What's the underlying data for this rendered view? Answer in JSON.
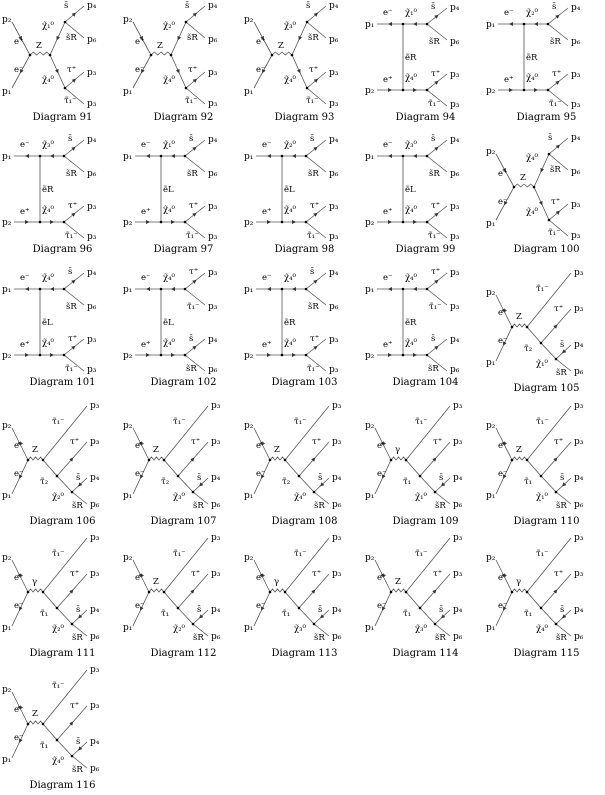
{
  "diagrams": [
    {
      "caption": "Diagram 91",
      "type": "A",
      "in_top": "p₂",
      "in_bot": "p₁",
      "e_top": "e⁺",
      "e_bot": "e⁻",
      "boson": "Z",
      "top_mid": "χ̃₁⁰",
      "bot_mid": "χ̃₄⁰",
      "ta": "s̄",
      "ta_p": "p₄",
      "tb": "s̃R",
      "tb_p": "p₆",
      "ba": "τ⁺",
      "ba_p": "p₃",
      "bb": "τ̃₁⁻",
      "bb_p": "p₃"
    },
    {
      "caption": "Diagram 92",
      "type": "A",
      "in_top": "p₂",
      "in_bot": "p₁",
      "e_top": "e⁺",
      "e_bot": "e⁻",
      "boson": "Z",
      "top_mid": "χ̃₂⁰",
      "bot_mid": "χ̃₄⁰",
      "ta": "s̄",
      "ta_p": "p₄",
      "tb": "s̃R",
      "tb_p": "p₆",
      "ba": "τ⁺",
      "ba_p": "p₃",
      "bb": "τ̃₁⁻",
      "bb_p": "p₃"
    },
    {
      "caption": "Diagram 93",
      "type": "A",
      "in_top": "p₂",
      "in_bot": "p₁",
      "e_top": "e⁺",
      "e_bot": "e⁻",
      "boson": "Z",
      "top_mid": "χ̃₃⁰",
      "bot_mid": "χ̃₄⁰",
      "ta": "s̄",
      "ta_p": "p₄",
      "tb": "s̃R",
      "tb_p": "p₆",
      "ba": "τ⁺",
      "ba_p": "p₃",
      "bb": "τ̃₁⁻",
      "bb_p": "p₃"
    },
    {
      "caption": "Diagram 94",
      "type": "B",
      "in_top": "p₁",
      "in_bot": "p₂",
      "e_top": "e⁻",
      "e_bot": "e⁺",
      "boson": "ẽR",
      "top_mid": "χ̃₁⁰",
      "bot_mid": "χ̃₄⁰",
      "ta": "s̄",
      "ta_p": "p₄",
      "tb": "s̃R",
      "tb_p": "p₆",
      "ba": "τ⁺",
      "ba_p": "p₃",
      "bb": "τ̃₁⁻",
      "bb_p": "p₃"
    },
    {
      "caption": "Diagram 95",
      "type": "B",
      "in_top": "p₁",
      "in_bot": "p₂",
      "e_top": "e⁻",
      "e_bot": "e⁺",
      "boson": "ẽR",
      "top_mid": "χ̃₂⁰",
      "bot_mid": "χ̃₄⁰",
      "ta": "s̄",
      "ta_p": "p₄",
      "tb": "s̃R",
      "tb_p": "p₆",
      "ba": "τ⁺",
      "ba_p": "p₃",
      "bb": "τ̃₁⁻",
      "bb_p": "p₃"
    },
    {
      "caption": "Diagram 96",
      "type": "B",
      "in_top": "p₁",
      "in_bot": "p₂",
      "e_top": "e⁻",
      "e_bot": "e⁺",
      "boson": "ẽR",
      "top_mid": "χ̃₃⁰",
      "bot_mid": "χ̃₄⁰",
      "ta": "s̄",
      "ta_p": "p₄",
      "tb": "s̃R",
      "tb_p": "p₆",
      "ba": "τ⁺",
      "ba_p": "p₃",
      "bb": "τ̃₁⁻",
      "bb_p": "p₃"
    },
    {
      "caption": "Diagram 97",
      "type": "B",
      "in_top": "p₁",
      "in_bot": "p₂",
      "e_top": "e⁻",
      "e_bot": "e⁺",
      "boson": "ẽL",
      "top_mid": "χ̃₁⁰",
      "bot_mid": "χ̃₄⁰",
      "ta": "s̄",
      "ta_p": "p₄",
      "tb": "s̃R",
      "tb_p": "p₆",
      "ba": "τ⁺",
      "ba_p": "p₃",
      "bb": "τ̃₁⁻",
      "bb_p": "p₃"
    },
    {
      "caption": "Diagram 98",
      "type": "B",
      "in_top": "p₁",
      "in_bot": "p₂",
      "e_top": "e⁻",
      "e_bot": "e⁺",
      "boson": "ẽL",
      "top_mid": "χ̃₂⁰",
      "bot_mid": "χ̃₄⁰",
      "ta": "s̄",
      "ta_p": "p₄",
      "tb": "s̃R",
      "tb_p": "p₆",
      "ba": "τ⁺",
      "ba_p": "p₃",
      "bb": "τ̃₁⁻",
      "bb_p": "p₃"
    },
    {
      "caption": "Diagram 99",
      "type": "B",
      "in_top": "p₁",
      "in_bot": "p₂",
      "e_top": "e⁻",
      "e_bot": "e⁺",
      "boson": "ẽL",
      "top_mid": "χ̃₃⁰",
      "bot_mid": "χ̃₄⁰",
      "ta": "s̄",
      "ta_p": "p₄",
      "tb": "s̃R",
      "tb_p": "p₆",
      "ba": "τ⁺",
      "ba_p": "p₃",
      "bb": "τ̃₁⁻",
      "bb_p": "p₃"
    },
    {
      "caption": "Diagram 100",
      "type": "A",
      "in_top": "p₂",
      "in_bot": "p₁",
      "e_top": "e⁺",
      "e_bot": "e⁻",
      "boson": "Z",
      "top_mid": "χ̃₄⁰",
      "bot_mid": "χ̃₄⁰",
      "ta": "s̄",
      "ta_p": "p₄",
      "tb": "s̃R",
      "tb_p": "p₆",
      "ba": "τ⁺",
      "ba_p": "p₃",
      "bb": "τ̃₁⁻",
      "bb_p": "p₃"
    },
    {
      "caption": "Diagram 101",
      "type": "B",
      "in_top": "p₁",
      "in_bot": "p₂",
      "e_top": "e⁻",
      "e_bot": "e⁺",
      "boson": "ẽL",
      "top_mid": "χ̃₄⁰",
      "bot_mid": "χ̃₄⁰",
      "ta": "s̄",
      "ta_p": "p₄",
      "tb": "s̃R",
      "tb_p": "p₆",
      "ba": "τ⁺",
      "ba_p": "p₃",
      "bb": "τ̃₁⁻",
      "bb_p": "p₃"
    },
    {
      "caption": "Diagram 102",
      "type": "B",
      "in_top": "p₁",
      "in_bot": "p₂",
      "e_top": "e⁻",
      "e_bot": "e⁺",
      "boson": "ẽL",
      "top_mid": "χ̃₄⁰",
      "bot_mid": "χ̃₄⁰",
      "ta": "τ⁺",
      "ta_p": "p₃",
      "tb": "τ̃₁⁻",
      "tb_p": "p₃",
      "ba": "s̄",
      "ba_p": "p₄",
      "bb": "s̃R",
      "bb_p": "p₆"
    },
    {
      "caption": "Diagram 103",
      "type": "B",
      "in_top": "p₁",
      "in_bot": "p₂",
      "e_top": "e⁻",
      "e_bot": "e⁺",
      "boson": "ẽR",
      "top_mid": "χ̃₄⁰",
      "bot_mid": "χ̃₄⁰",
      "ta": "s̄",
      "ta_p": "p₄",
      "tb": "s̃R",
      "tb_p": "p₆",
      "ba": "τ⁺",
      "ba_p": "p₃",
      "bb": "τ̃₁⁻",
      "bb_p": "p₃"
    },
    {
      "caption": "Diagram 104",
      "type": "B",
      "in_top": "p₁",
      "in_bot": "p₂",
      "e_top": "e⁻",
      "e_bot": "e⁺",
      "boson": "ẽR",
      "top_mid": "χ̃₄⁰",
      "bot_mid": "χ̃₄⁰",
      "ta": "τ⁺",
      "ta_p": "p₃",
      "tb": "τ̃₁⁻",
      "tb_p": "p₃",
      "ba": "s̄",
      "ba_p": "p₄",
      "bb": "s̃R",
      "bb_p": "p₆"
    },
    {
      "caption": "Diagram 105",
      "type": "C",
      "in_top": "p₂",
      "in_bot": "p₁",
      "e_top": "e⁺",
      "e_bot": "e⁻",
      "boson": "Z",
      "long": "τ̃₁⁻",
      "long_p": "p₃",
      "stau": "τ̃₂",
      "tau": "τ⁺",
      "tau_p": "p₃",
      "chi": "χ̃₁⁰",
      "sbar": "s̄",
      "sbar_p": "p₄",
      "sR": "s̃R",
      "sR_p": "p₆"
    },
    {
      "caption": "Diagram 106",
      "type": "C",
      "in_top": "p₂",
      "in_bot": "p₁",
      "e_top": "e⁺",
      "e_bot": "e⁻",
      "boson": "Z",
      "long": "τ̃₁⁻",
      "long_p": "p₃",
      "stau": "τ̃₂",
      "tau": "τ⁺",
      "tau_p": "p₃",
      "chi": "χ̃₂⁰",
      "sbar": "s̄",
      "sbar_p": "p₄",
      "sR": "s̃R",
      "sR_p": "p₆"
    },
    {
      "caption": "Diagram 107",
      "type": "C",
      "in_top": "p₂",
      "in_bot": "p₁",
      "e_top": "e⁺",
      "e_bot": "e⁻",
      "boson": "Z",
      "long": "τ̃₁⁻",
      "long_p": "p₃",
      "stau": "τ̃₂",
      "tau": "τ⁺",
      "tau_p": "p₃",
      "chi": "χ̃₃⁰",
      "sbar": "s̄",
      "sbar_p": "p₄",
      "sR": "s̃R",
      "sR_p": "p₆"
    },
    {
      "caption": "Diagram 108",
      "type": "C",
      "in_top": "p₂",
      "in_bot": "p₁",
      "e_top": "e⁺",
      "e_bot": "e⁻",
      "boson": "Z",
      "long": "τ̃₁⁻",
      "long_p": "p₃",
      "stau": "τ̃₂",
      "tau": "τ⁺",
      "tau_p": "p₃",
      "chi": "χ̃₄⁰",
      "sbar": "s̄",
      "sbar_p": "p₄",
      "sR": "s̃R",
      "sR_p": "p₆"
    },
    {
      "caption": "Diagram 109",
      "type": "C",
      "in_top": "p₂",
      "in_bot": "p₁",
      "e_top": "e⁺",
      "e_bot": "e⁻",
      "boson": "γ",
      "long": "τ̃₁⁻",
      "long_p": "p₃",
      "stau": "τ̃₁",
      "tau": "τ⁺",
      "tau_p": "p₃",
      "chi": "χ̃₁⁰",
      "sbar": "s̄",
      "sbar_p": "p₄",
      "sR": "s̃R",
      "sR_p": "p₆"
    },
    {
      "caption": "Diagram 110",
      "type": "C",
      "in_top": "p₂",
      "in_bot": "p₁",
      "e_top": "e⁺",
      "e_bot": "e⁻",
      "boson": "Z",
      "long": "τ̃₁⁻",
      "long_p": "p₃",
      "stau": "τ̃₁",
      "tau": "τ⁺",
      "tau_p": "p₃",
      "chi": "χ̃₁⁰",
      "sbar": "s̄",
      "sbar_p": "p₄",
      "sR": "s̃R",
      "sR_p": "p₆"
    },
    {
      "caption": "Diagram 111",
      "type": "C",
      "in_top": "p₂",
      "in_bot": "p₁",
      "e_top": "e⁺",
      "e_bot": "e⁻",
      "boson": "γ",
      "long": "τ̃₁⁻",
      "long_p": "p₃",
      "stau": "τ̃₁",
      "tau": "τ⁺",
      "tau_p": "p₃",
      "chi": "χ̃₂⁰",
      "sbar": "s̄",
      "sbar_p": "p₄",
      "sR": "s̃R",
      "sR_p": "p₆"
    },
    {
      "caption": "Diagram 112",
      "type": "C",
      "in_top": "p₂",
      "in_bot": "p₁",
      "e_top": "e⁺",
      "e_bot": "e⁻",
      "boson": "Z",
      "long": "τ̃₁⁻",
      "long_p": "p₃",
      "stau": "τ̃₁",
      "tau": "τ⁺",
      "tau_p": "p₃",
      "chi": "χ̃₂⁰",
      "sbar": "s̄",
      "sbar_p": "p₄",
      "sR": "s̃R",
      "sR_p": "p₆"
    },
    {
      "caption": "Diagram 113",
      "type": "C",
      "in_top": "p₂",
      "in_bot": "p₁",
      "e_top": "e⁺",
      "e_bot": "e⁻",
      "boson": "γ",
      "long": "τ̃₁⁻",
      "long_p": "p₃",
      "stau": "τ̃₁",
      "tau": "τ⁺",
      "tau_p": "p₃",
      "chi": "χ̃₃⁰",
      "sbar": "s̄",
      "sbar_p": "p₄",
      "sR": "s̃R",
      "sR_p": "p₆"
    },
    {
      "caption": "Diagram 114",
      "type": "C",
      "in_top": "p₂",
      "in_bot": "p₁",
      "e_top": "e⁺",
      "e_bot": "e⁻",
      "boson": "Z",
      "long": "τ̃₁⁻",
      "long_p": "p₃",
      "stau": "τ̃₁",
      "tau": "τ⁺",
      "tau_p": "p₃",
      "chi": "χ̃₃⁰",
      "sbar": "s̄",
      "sbar_p": "p₄",
      "sR": "s̃R",
      "sR_p": "p₆"
    },
    {
      "caption": "Diagram 115",
      "type": "C",
      "in_top": "p₂",
      "in_bot": "p₁",
      "e_top": "e⁺",
      "e_bot": "e⁻",
      "boson": "γ",
      "long": "τ̃₁⁻",
      "long_p": "p₃",
      "stau": "τ̃₁",
      "tau": "τ⁺",
      "tau_p": "p₃",
      "chi": "χ̃₄⁰",
      "sbar": "s̄",
      "sbar_p": "p₄",
      "sR": "s̃R",
      "sR_p": "p₆"
    },
    {
      "caption": "Diagram 116",
      "type": "C",
      "in_top": "p₂",
      "in_bot": "p₁",
      "e_top": "e⁺",
      "e_bot": "e⁻",
      "boson": "Z",
      "long": "τ̃₁⁻",
      "long_p": "p₃",
      "stau": "τ̃₁",
      "tau": "τ⁺",
      "tau_p": "p₃",
      "chi": "χ̃₄⁰",
      "sbar": "s̄",
      "sbar_p": "p₄",
      "sR": "s̃R",
      "sR_p": "p₆"
    }
  ]
}
